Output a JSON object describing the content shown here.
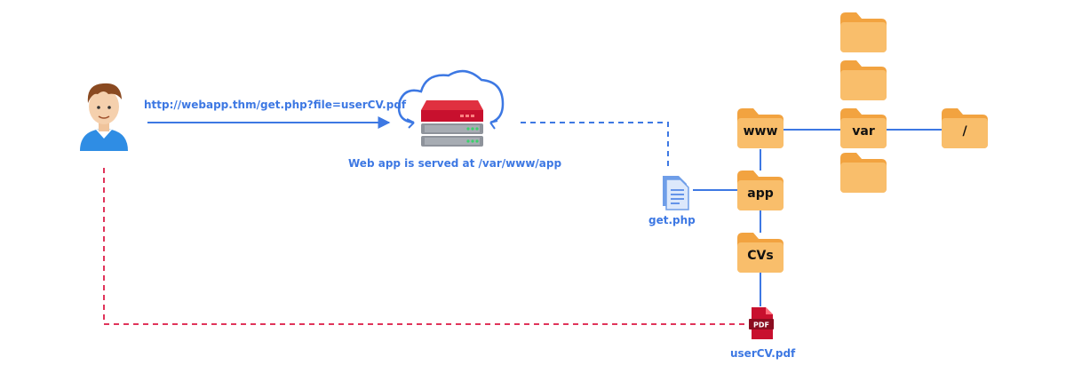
{
  "request_url": "http://webapp.thm/get.php?file=userCV.pdf",
  "server_caption": "Web app is served at /var/www/app",
  "script_file": "get.php",
  "result_file": "userCV.pdf",
  "pdf_badge": "PDF",
  "folders": {
    "www": "www",
    "var": "var",
    "root": "/",
    "app": "app",
    "cvs": "CVs"
  },
  "colors": {
    "accent_blue": "#3d78e3",
    "return_red": "#e0345a",
    "folder_orange": "#f7b55a",
    "server_red": "#c8102e"
  }
}
